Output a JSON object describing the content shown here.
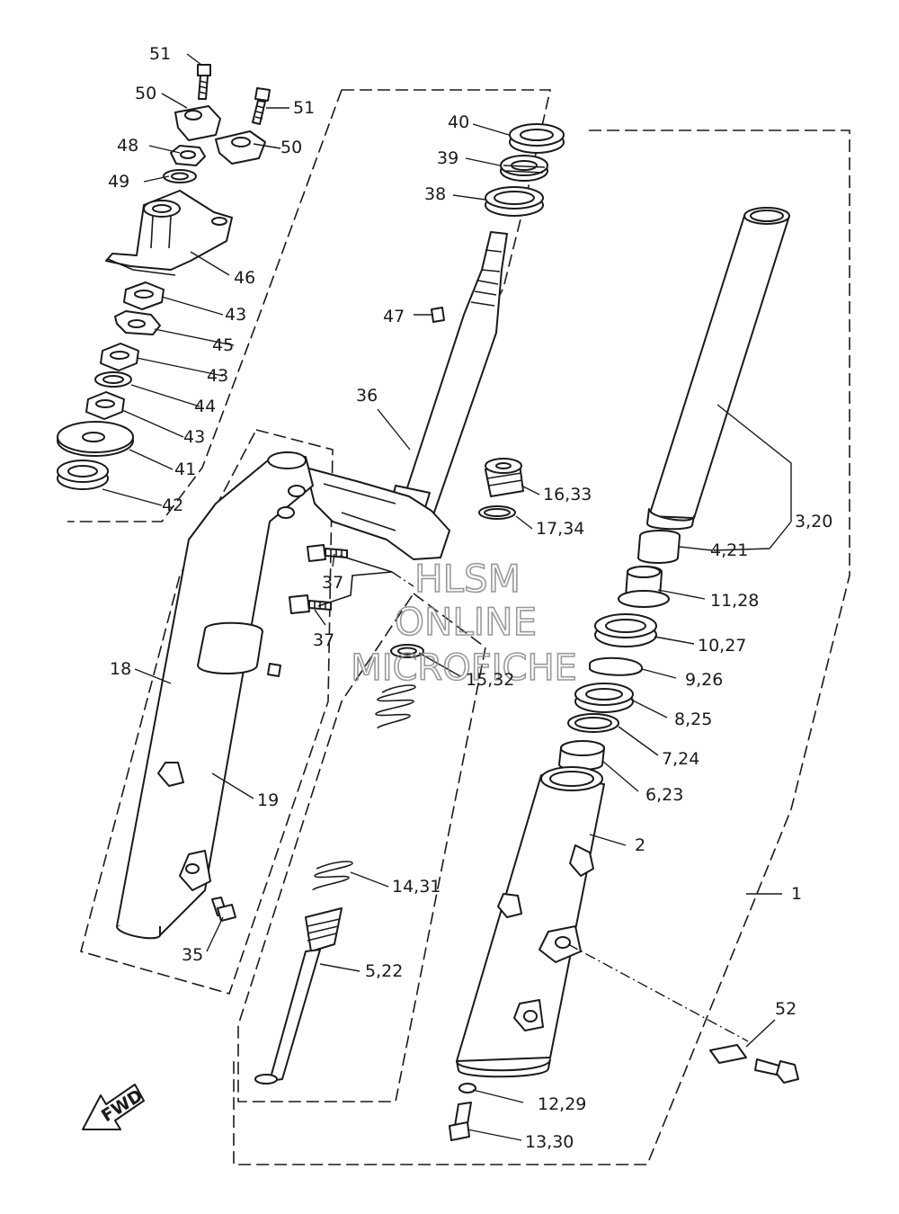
{
  "labels": {
    "l51a": "51",
    "l50a": "50",
    "l48": "48",
    "l49": "49",
    "l51b": "51",
    "l50b": "50",
    "l46": "46",
    "l43a": "43",
    "l45": "45",
    "l43b": "43",
    "l44": "44",
    "l43c": "43",
    "l41": "41",
    "l42": "42",
    "l40": "40",
    "l39": "39",
    "l38": "38",
    "l47": "47",
    "l36": "36",
    "l1633": "16,33",
    "l1734": "17,34",
    "l37a": "37",
    "l37b": "37",
    "l1532": "15,32",
    "l18": "18",
    "l19": "19",
    "l1431": "14,31",
    "l35": "35",
    "l522": "5,22",
    "l320": "3,20",
    "l421": "4,21",
    "l1128": "11,28",
    "l1027": "10,27",
    "l926": "9,26",
    "l825": "8,25",
    "l724": "7,24",
    "l623": "6,23",
    "l2": "2",
    "l1": "1",
    "l52": "52",
    "l1229": "12,29",
    "l1330": "13,30"
  },
  "watermark": {
    "line1": "HLSM",
    "line2": "ONLINE",
    "line3": "MICROFICHE"
  },
  "fwd_badge": "FWD"
}
